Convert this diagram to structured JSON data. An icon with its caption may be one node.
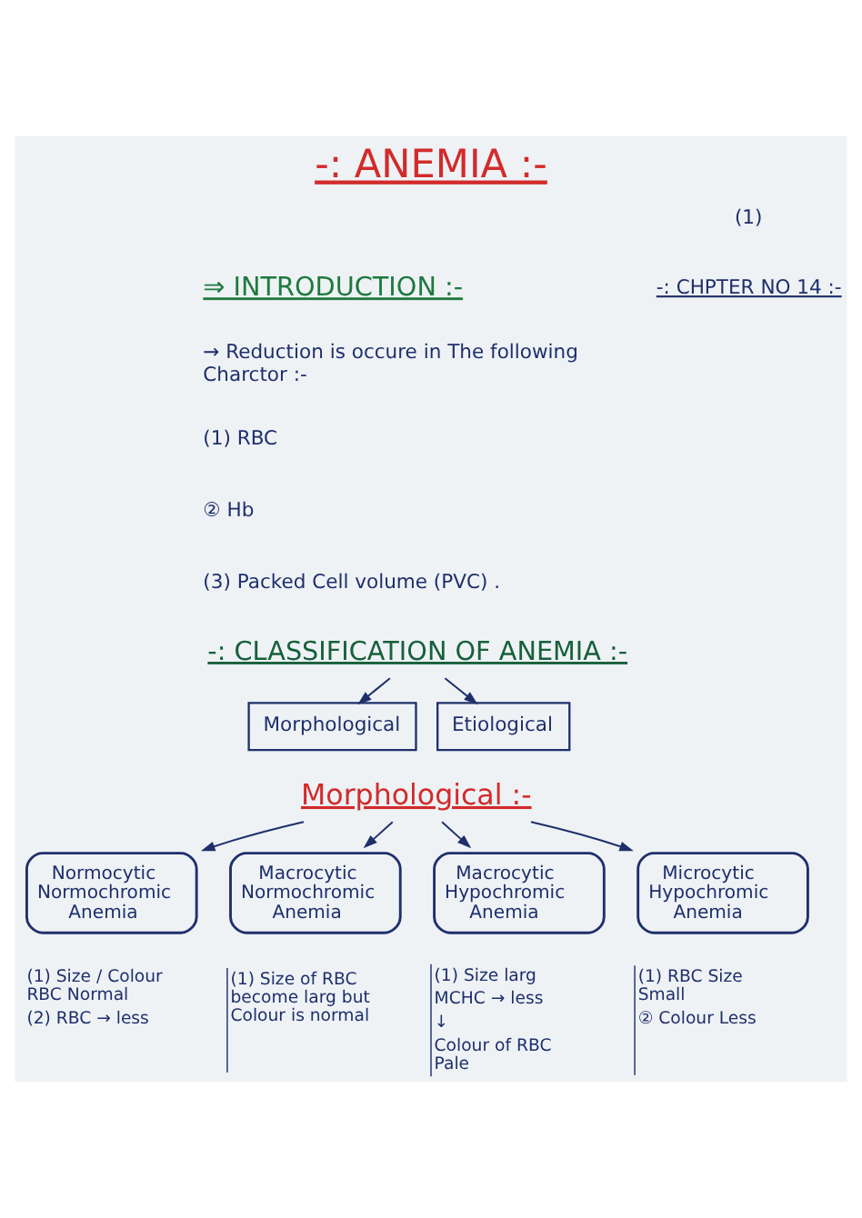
{
  "diagram": {
    "title": "-: ANEMIA :-",
    "nodes": [
      {
        "text": [
          "-: CLASSIFICATION OF ANEMIA :-"
        ]
      },
      {
        "text": [
          "Morphological"
        ]
      },
      {
        "text": [
          "Etiological"
        ]
      },
      {
        "text": [
          "Morphological :-"
        ]
      },
      {
        "text": [
          "Normocytic Normochromic Anemia"
        ],
        "beside": [
          "(1) Size / Colour RBC Normal",
          "(2) RBC → less"
        ]
      },
      {
        "text": [
          "Macrocytic Normochromic Anemia"
        ],
        "beside": [
          "(1) Size of RBC become larg but Colour is normal"
        ]
      },
      {
        "text": [
          "Macrocytic Hypochromic Anemia"
        ],
        "beside": [
          "(1) Size larg",
          "MCHC → less",
          "↓",
          "Colour of RBC Pale"
        ]
      },
      {
        "text": [
          "Microcytic Hypochromic Anemia"
        ],
        "beside": [
          "(1) RBC Size Small",
          "② Colour Less"
        ]
      }
    ],
    "edges": [
      {
        "from": 0,
        "to": 1,
        "arrow": "to"
      },
      {
        "from": 0,
        "to": 2,
        "arrow": "to"
      },
      {
        "from": 3,
        "to": 4,
        "arrow": "to"
      },
      {
        "from": 3,
        "to": 5,
        "arrow": "to"
      },
      {
        "from": 3,
        "to": 6,
        "arrow": "to"
      },
      {
        "from": 3,
        "to": 7,
        "arrow": "to"
      }
    ],
    "labels": [
      "(1)",
      "-: CHPTER NO 14 :-",
      "⇒ INTRODUCTION :-",
      "→ Reduction is occure in The following Charctor :-",
      "(1) RBC",
      "② Hb",
      "(3) Packed Cell volume (PVC) ."
    ]
  }
}
